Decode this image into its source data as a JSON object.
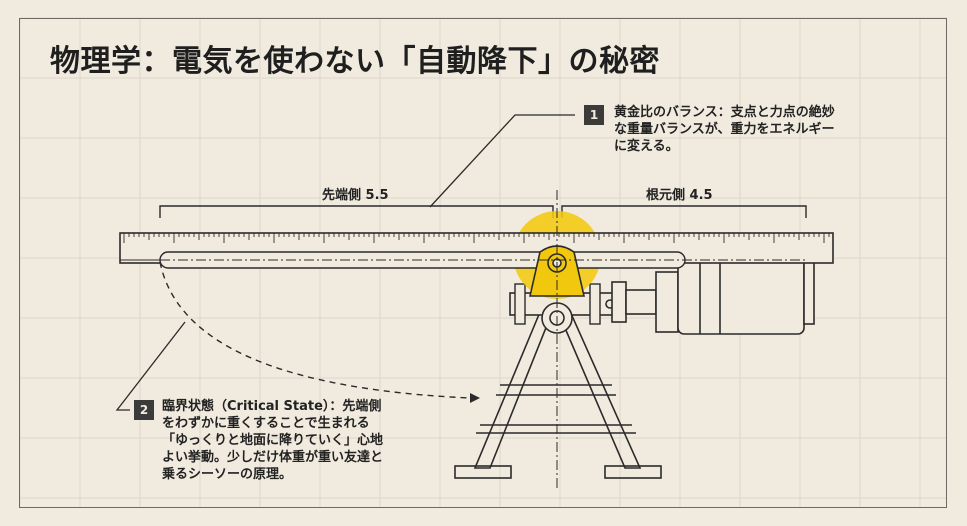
{
  "title": "物理学：電気を使わない「自動降下」の秘密",
  "dimensions": {
    "tip_side": "先端側 5.5",
    "root_side": "根元側 4.5"
  },
  "callouts": [
    {
      "number": "1",
      "lines": [
        "黄金比のバランス：支点と力点の絶妙",
        "な重量バランスが、重力をエネルギー",
        "に変える。"
      ]
    },
    {
      "number": "2",
      "lines": [
        "臨界状態（Critical State）：先端側",
        "をわずかに重くすることで生まれる",
        "「ゆっくりと地面に降りていく」心地",
        "よい挙動。少しだけ体重が重い友達と",
        "乗るシーソーの原理。"
      ]
    }
  ],
  "colors": {
    "background": "#f1ebdf",
    "ink": "#2b2b2b",
    "highlight": "#f2c80f"
  }
}
